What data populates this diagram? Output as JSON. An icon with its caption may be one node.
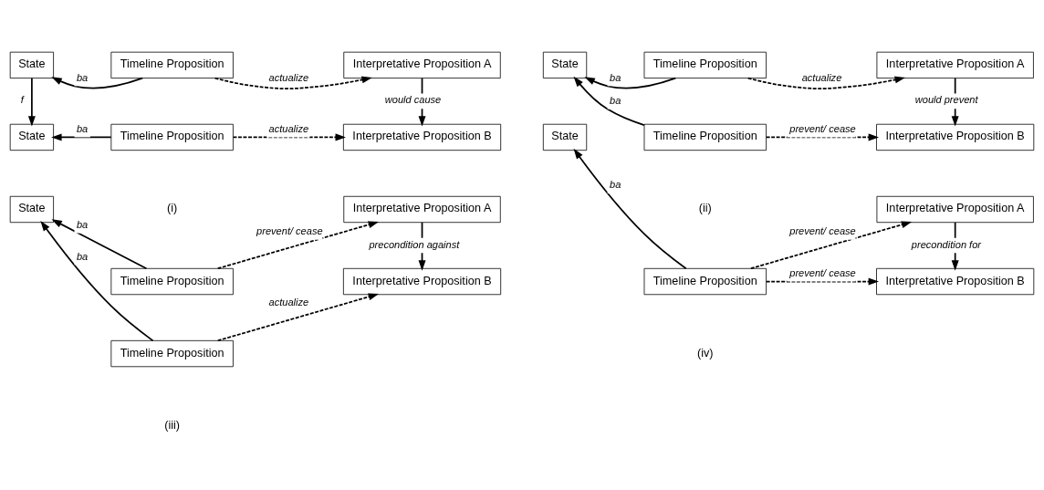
{
  "diagram": {
    "nodes": [
      {
        "text": [
          "State"
        ]
      },
      {
        "text": [
          "Timeline Proposition"
        ]
      },
      {
        "text": [
          "Interpretative Proposition A"
        ]
      },
      {
        "text": [
          "State"
        ]
      },
      {
        "text": [
          "Timeline Proposition"
        ]
      },
      {
        "text": [
          "Interpretative Proposition B"
        ]
      },
      {
        "text": [
          "State"
        ]
      },
      {
        "text": [
          "Timeline Proposition"
        ]
      },
      {
        "text": [
          "Interpretative Proposition A"
        ]
      },
      {
        "text": [
          "Timeline Proposition"
        ]
      },
      {
        "text": [
          "Interpretative Proposition B"
        ]
      },
      {
        "text": [
          "State"
        ]
      },
      {
        "text": [
          "Timeline Proposition"
        ]
      },
      {
        "text": [
          "Interpretative Proposition A"
        ]
      },
      {
        "text": [
          "Timeline Proposition"
        ]
      },
      {
        "text": [
          "Interpretative Proposition B"
        ]
      },
      {
        "text": [
          "State"
        ]
      },
      {
        "text": [
          "Timeline Proposition"
        ]
      },
      {
        "text": [
          "Interpretative Proposition A"
        ]
      },
      {
        "text": [
          "Interpretative Proposition B"
        ]
      }
    ],
    "edges": [
      {
        "from": 1,
        "to": 0,
        "arrow": "to",
        "label": "ba"
      },
      {
        "from": 1,
        "to": 2,
        "arrow": "to",
        "label": "actualize",
        "style": "dashed"
      },
      {
        "from": 0,
        "to": 3,
        "arrow": "to",
        "label": "f"
      },
      {
        "from": 2,
        "to": 5,
        "arrow": "to",
        "label": "would cause"
      },
      {
        "from": 4,
        "to": 3,
        "arrow": "to",
        "label": "ba"
      },
      {
        "from": 4,
        "to": 5,
        "arrow": "to",
        "label": "actualize",
        "style": "dashed"
      },
      {
        "from": 7,
        "to": 6,
        "arrow": "to",
        "label": "ba"
      },
      {
        "from": 7,
        "to": 8,
        "arrow": "to",
        "label": "actualize",
        "style": "dashed"
      },
      {
        "from": 9,
        "to": 6,
        "arrow": "to",
        "label": "ba"
      },
      {
        "from": 8,
        "to": 10,
        "arrow": "to",
        "label": "would prevent"
      },
      {
        "from": 9,
        "to": 10,
        "arrow": "to",
        "label": "prevent/ cease",
        "style": "dashed"
      },
      {
        "from": 12,
        "to": 11,
        "arrow": "to",
        "label": "ba"
      },
      {
        "from": 12,
        "to": 13,
        "arrow": "to",
        "label": "prevent/ cease",
        "style": "dashed"
      },
      {
        "from": 14,
        "to": 11,
        "arrow": "to",
        "label": "ba"
      },
      {
        "from": 13,
        "to": 15,
        "arrow": "to",
        "label": "precondition against"
      },
      {
        "from": 14,
        "to": 15,
        "arrow": "to",
        "label": "actualize",
        "style": "dashed"
      },
      {
        "from": 17,
        "to": 16,
        "arrow": "to",
        "label": "ba"
      },
      {
        "from": 17,
        "to": 18,
        "arrow": "to",
        "label": "prevent/ cease",
        "style": "dashed"
      },
      {
        "from": 18,
        "to": 19,
        "arrow": "to",
        "label": "precondition for"
      },
      {
        "from": 17,
        "to": 19,
        "arrow": "to",
        "label": "prevent/ cease",
        "style": "dashed"
      }
    ],
    "labels": [
      "(i)",
      "(ii)",
      "(iii)",
      "(iv)"
    ]
  }
}
